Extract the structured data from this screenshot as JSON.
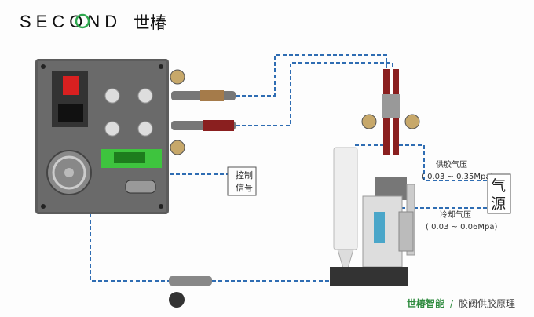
{
  "logo": {
    "brand_latin": "SECOND",
    "brand_cn": "世椿",
    "accent": "#2fa84f"
  },
  "labels": {
    "control_signal_line1": "控制",
    "control_signal_line2": "信号",
    "supply_pressure": "供胶气压",
    "supply_range": "( 0.03 ~ 0.35Mpa)",
    "cooling_pressure": "冷却气压",
    "cooling_range": "( 0.03 ~ 0.06Mpa)",
    "air_source_1": "气",
    "air_source_2": "源"
  },
  "footer": {
    "company": "世椿智能",
    "separator": "/",
    "title": "胶阀供胶原理",
    "company_color": "#2e8b3e"
  },
  "colors": {
    "line": "#2f6db3",
    "panel": "#5a5a5a"
  }
}
